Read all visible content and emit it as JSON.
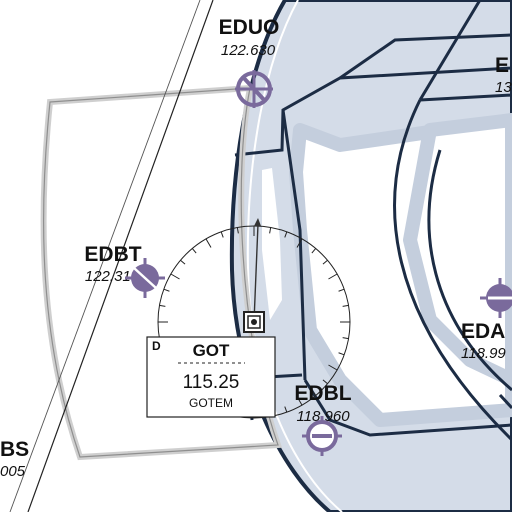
{
  "airfields": [
    {
      "id": "EDUO",
      "freq": "122.630",
      "symbol": "closed-airfield-icon"
    },
    {
      "id": "EDBT",
      "freq": "122.315",
      "symbol": "airfield-icon"
    },
    {
      "id": "EDBL",
      "freq": "118.960",
      "symbol": "airfield-icon"
    }
  ],
  "partial_labels": [
    {
      "id": "E",
      "freq": "13"
    },
    {
      "id": "EDA",
      "freq": "118.99"
    },
    {
      "id": "BS",
      "freq": "005"
    }
  ],
  "navaid": {
    "class_letter": "D",
    "ident": "GOT",
    "frequency": "115.25",
    "name": "GOTEM",
    "symbol": "vor-dme-icon"
  },
  "colors": {
    "airspace_fill": "#d4dce8",
    "airspace_line": "#1c2c44",
    "airfield_symbol": "#7a6a9c",
    "zone_border": "#cfcfcf"
  }
}
